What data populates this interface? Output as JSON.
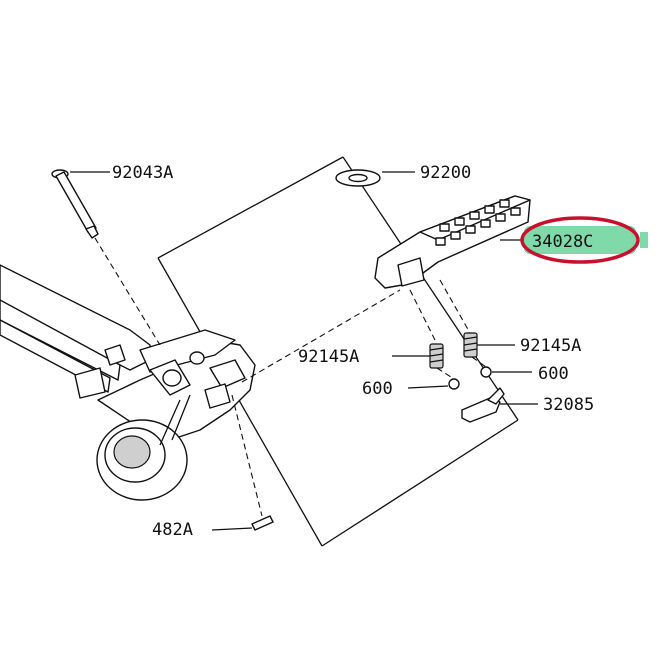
{
  "parts": [
    {
      "id": "p1",
      "number": "92043A"
    },
    {
      "id": "p2",
      "number": "92200"
    },
    {
      "id": "p3",
      "number": "34028C",
      "highlighted": true
    },
    {
      "id": "p4",
      "number": "92145A"
    },
    {
      "id": "p5",
      "number": "92145A"
    },
    {
      "id": "p6",
      "number": "600"
    },
    {
      "id": "p7",
      "number": "600"
    },
    {
      "id": "p8",
      "number": "32085"
    },
    {
      "id": "p9",
      "number": "482A"
    }
  ],
  "colors": {
    "line": "#111111",
    "highlight_fill": "#7fd9a8",
    "highlight_ring": "#c8102e",
    "background": "#ffffff"
  }
}
